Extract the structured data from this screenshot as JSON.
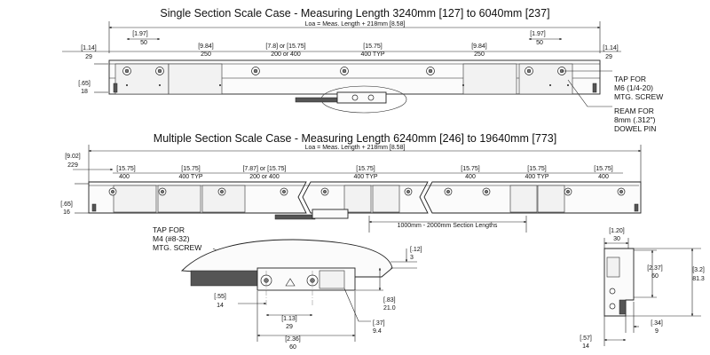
{
  "titles": {
    "single": "Single Section Scale Case - Measuring Length 3240mm [127] to 6040mm [237]",
    "multiple": "Multiple Section Scale Case - Measuring Length 6240mm [246] to 19640mm [773]"
  },
  "loa_formula": "Loa = Meas. Length + 218mm [8.58]",
  "section_lengths": "1000mm - 2000mm Section Lengths",
  "single_dims": {
    "left_114": "[1.14]",
    "left_29": "29",
    "left_197": "[1.97]",
    "left_50": "50",
    "left_984": "[9.84]",
    "left_250": "250",
    "var_a": "[7.8] or [15.75]",
    "var_b": "200 or 400",
    "mid_1575": "[15.75]",
    "mid_400typ": "400 TYP",
    "right_984": "[9.84]",
    "right_250": "250",
    "right_197": "[1.97]",
    "right_50": "50",
    "right_114": "[1.14]",
    "right_29": "29",
    "h_65": "[.65]",
    "h_18": "18"
  },
  "multi_dims": {
    "left_902": "[9.02]",
    "left_229": "229",
    "s1_a": "[15.75]",
    "s1_b": "400",
    "s2_a": "[15.75]",
    "s2_b": "400 TYP",
    "s3_a": "[7.87] or [15.75]",
    "s3_b": "200 or 400",
    "s4_a": "[15.75]",
    "s4_b": "400 TYP",
    "s5_a": "[15.75]",
    "s5_b": "400",
    "s6_a": "[15.75]",
    "s6_b": "400 TYP",
    "s7_a": "[15.75]",
    "s7_b": "400",
    "h_65": "[.65]",
    "h_16": "16"
  },
  "notes": {
    "tap_m6": [
      "TAP FOR",
      "M6 (1/4-20)",
      "MTG. SCREW"
    ],
    "ream_8mm": [
      "REAM FOR",
      "8mm (.312\")",
      "DOWEL PIN"
    ],
    "tap_m4": [
      "TAP FOR",
      "M4 (#8-32)",
      "MTG. SCREW"
    ]
  },
  "detail_dims": {
    "d_12": "[.12]",
    "d_3": "3",
    "d_55": "[.55]",
    "d_14": "14",
    "d_113": "[1.13]",
    "d_29": "29",
    "d_236": "[2.36]",
    "d_60": "60",
    "d_37": "[.37]",
    "d_94": "9.4",
    "d_83": "[.83]",
    "d_210": "21.0"
  },
  "end_dims": {
    "e_120": "[1.20]",
    "e_30": "30",
    "e_237": "[2.37]",
    "e_60": "60",
    "e_32": "[3.2]",
    "e_813": "81.3",
    "e_34": "[.34]",
    "e_9": "9",
    "e_57": "[.57]",
    "e_14": "14"
  }
}
